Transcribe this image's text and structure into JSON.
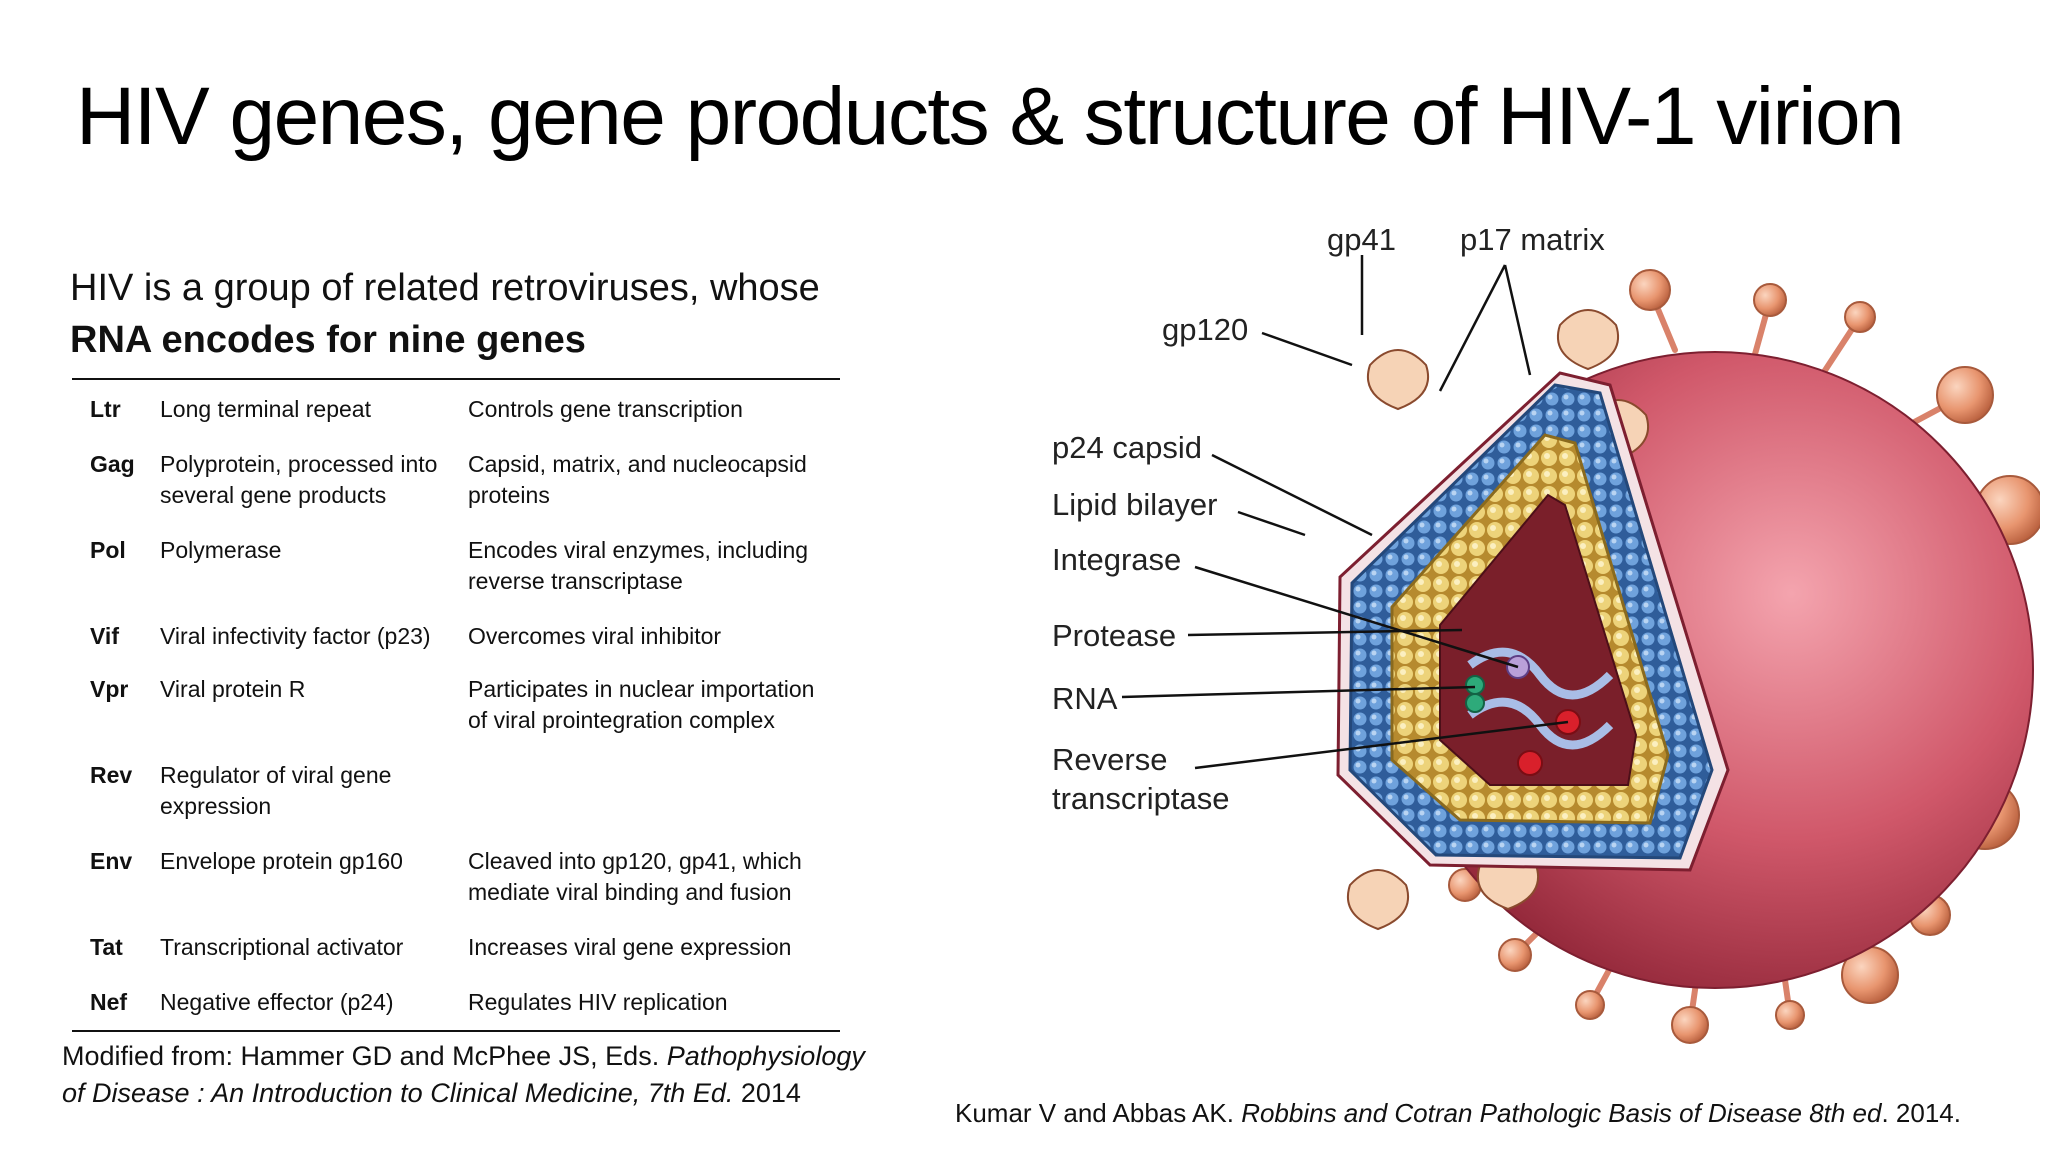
{
  "title": "HIV genes, gene products & structure of HIV-1 virion",
  "intro": {
    "line1": "HIV is a group of related retroviruses, whose",
    "line2_bold": "RNA encodes for nine genes"
  },
  "genes": [
    {
      "gene": "Ltr",
      "name": "Long terminal repeat",
      "function": "Controls gene transcription"
    },
    {
      "gene": "Gag",
      "name": "Polyprotein, processed into several gene products",
      "function": "Capsid, matrix, and nucleocapsid proteins"
    },
    {
      "gene": "Pol",
      "name": "Polymerase",
      "function": "Encodes viral enzymes, including reverse transcriptase"
    },
    {
      "gene": "Vif",
      "name": "Viral infectivity factor (p23)",
      "function": "Overcomes viral inhibitor"
    },
    {
      "gene": "Vpr",
      "name": "Viral protein R",
      "function": "Participates in nuclear importation of viral prointegration complex"
    },
    {
      "gene": "Rev",
      "name": "Regulator of viral gene expression",
      "function": ""
    },
    {
      "gene": "Env",
      "name": "Envelope protein gp160",
      "function": "Cleaved into gp120, gp41, which mediate viral binding and fusion"
    },
    {
      "gene": "Tat",
      "name": "Transcriptional activator",
      "function": "Increases viral gene expression"
    },
    {
      "gene": "Nef",
      "name": "Negative effector (p24)",
      "function": "Regulates HIV replication"
    }
  ],
  "citation_left": {
    "prefix": "Modified from: Hammer GD and McPhee JS, Eds. ",
    "italic_a": "Pathophysiology",
    "italic_b": "of Disease : An Introduction to Clinical Medicine, 7th Ed.",
    "year": " 2014"
  },
  "citation_right": {
    "prefix": "Kumar V and Abbas AK. ",
    "italic": "Robbins and Cotran Pathologic Basis of Disease 8th ed",
    "suffix": ". 2014."
  },
  "diagram_labels": {
    "gp41": "gp41",
    "p17": "p17 matrix",
    "gp120": "gp120",
    "p24": "p24 capsid",
    "lipid": "Lipid bilayer",
    "integrase": "Integrase",
    "protease": "Protease",
    "rna": "RNA",
    "rt1": "Reverse",
    "rt2": "transcriptase"
  },
  "colors": {
    "envelope": "#c9485a",
    "spike": "#e8956f",
    "matrix": "#4f86c6",
    "capsid": "#e6c766",
    "core": "#7a1f2a"
  }
}
